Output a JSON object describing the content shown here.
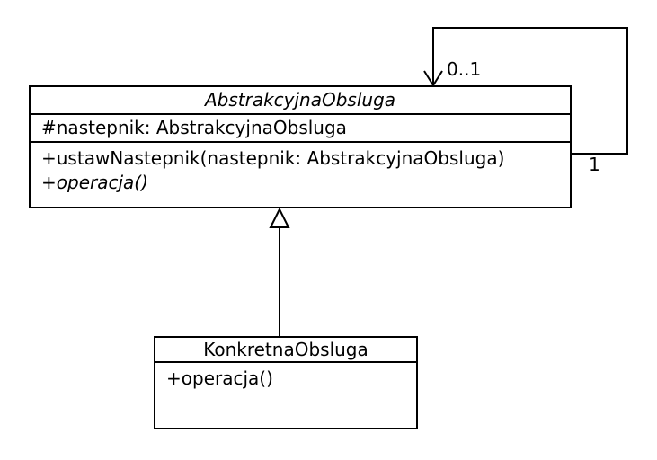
{
  "diagram": {
    "colors": {
      "background": "#ffffff",
      "line": "#000000",
      "text": "#000000"
    },
    "classes": [
      {
        "name": "AbstrakcyjnaObsluga",
        "abstract": true,
        "attributes": [
          "#nastepnik: AbstrakcyjnaObsluga"
        ],
        "methods": [
          {
            "text": "+ustawNastepnik(nastepnik: AbstrakcyjnaObsluga)",
            "abstract": false
          },
          {
            "text": "+operacja()",
            "abstract": true
          }
        ]
      },
      {
        "name": "KonkretnaObsluga",
        "abstract": false,
        "attributes": [],
        "methods": [
          {
            "text": "+operacja()",
            "abstract": false
          }
        ]
      }
    ],
    "associations": [
      {
        "kind": "self-association",
        "from": "AbstrakcyjnaObsluga",
        "to": "AbstrakcyjnaObsluga",
        "source_multiplicity": "1",
        "target_multiplicity": "0..1"
      }
    ],
    "generalizations": [
      {
        "from": "KonkretnaObsluga",
        "to": "AbstrakcyjnaObsluga"
      }
    ]
  }
}
